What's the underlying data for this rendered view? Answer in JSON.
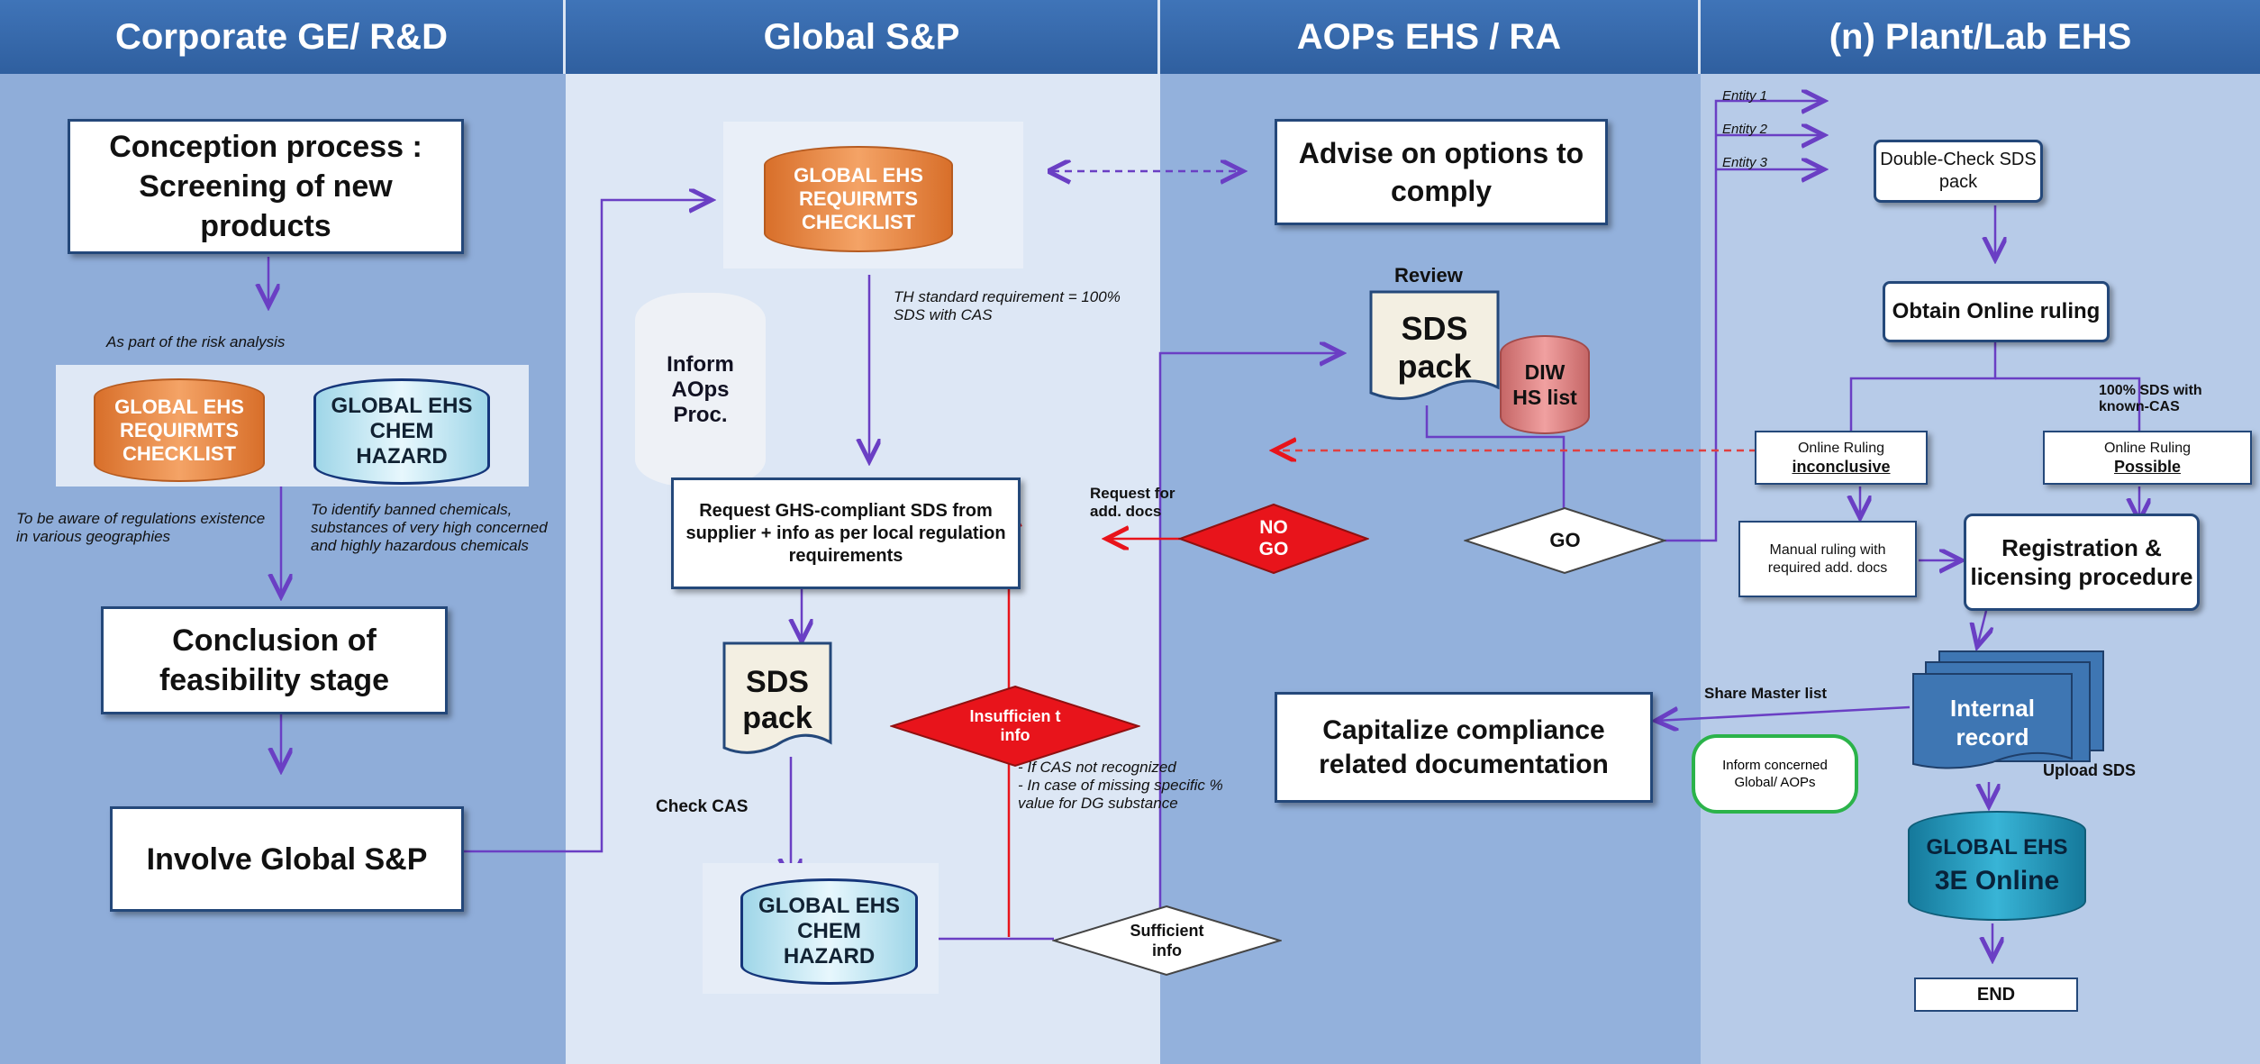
{
  "lanes": {
    "corporate": "Corporate GE/ R&D",
    "global_sp": "Global S&P",
    "aops": "AOPs EHS / RA",
    "plant": "(n) Plant/Lab EHS"
  },
  "corporate": {
    "conception": "Conception process : Screening of new products",
    "risk_note": "As part of the risk analysis",
    "db1": "GLOBAL EHS REQUIRMTS CHECKLIST",
    "db2": "GLOBAL EHS CHEM HAZARD",
    "note1": "To be aware of regulations existence in various geographies",
    "note2": "To identify banned chemicals, substances of very high concerned and highly hazardous chemicals",
    "conclusion": "Conclusion of feasibility stage",
    "involve": "Involve Global S&P"
  },
  "global_sp": {
    "checklist": "GLOBAL EHS REQUIRMTS CHECKLIST",
    "inform": "Inform AOps Proc.",
    "th_note": "TH standard requirement = 100% SDS with CAS",
    "request": "Request GHS-compliant SDS from supplier + info as per local regulation requirements",
    "sds_pack": "SDS pack",
    "check_cas": "Check CAS",
    "chem_hazard": "GLOBAL EHS CHEM HAZARD",
    "insufficient": "Insufficien t info",
    "insufficient_note": "- If CAS not recognized\n- In case of missing specific % value for DG substance",
    "sufficient": "Sufficient info"
  },
  "aops": {
    "advise": "Advise on options to comply",
    "review": "Review",
    "sds_pack": "SDS pack",
    "diw": "DIW HS list",
    "request_docs": "Request for add. docs",
    "nogo": "NO GO",
    "go": "GO",
    "capitalize": "Capitalize compliance related documentation"
  },
  "plant": {
    "entity1": "Entity 1",
    "entity2": "Entity 2",
    "entity3": "Entity 3",
    "double_check": "Double-Check SDS pack",
    "obtain": "Obtain Online ruling",
    "known_cas": "100% SDS with known-CAS",
    "inconclusive_a": "Online Ruling",
    "inconclusive_b": "inconclusive",
    "possible_a": "Online Ruling",
    "possible_b": "Possible",
    "manual": "Manual ruling with required add. docs",
    "registration": "Registration & licensing procedure",
    "internal": "Internal record",
    "share": "Share Master list",
    "inform": "Inform concerned Global/ AOPs",
    "upload": "Upload SDS",
    "three_e_a": "GLOBAL EHS",
    "three_e_b": "3E Online",
    "end": "END"
  },
  "colors": {
    "header": "#2f5f9f",
    "arrow": "#6a3fc4",
    "nogo": "#e8141b",
    "red_line": "#e04040"
  }
}
